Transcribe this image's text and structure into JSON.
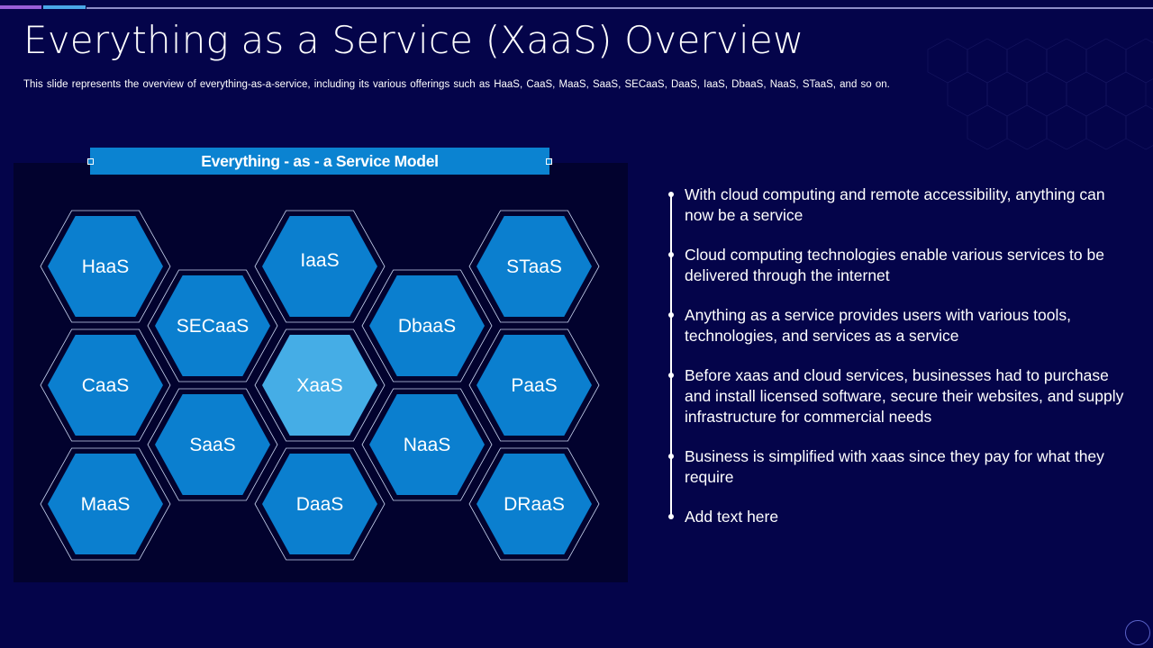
{
  "slide": {
    "title": "Everything as a Service (XaaS) Overview",
    "subtitle": "This slide represents the overview  of everything-as-a-service,  including its various  offerings  such as HaaS, CaaS, MaaS, SaaS, SECaaS, DaaS, IaaS, DbaaS, NaaS, STaaS, and so on."
  },
  "model": {
    "header": "Everything - as - a Service Model",
    "hexagons": [
      {
        "label": "HaaS",
        "col": 0,
        "row": 0,
        "highlight": false
      },
      {
        "label": "CaaS",
        "col": 0,
        "row": 1,
        "highlight": false
      },
      {
        "label": "MaaS",
        "col": 0,
        "row": 2,
        "highlight": false
      },
      {
        "label": "SECaaS",
        "col": 1,
        "row": 0,
        "highlight": false
      },
      {
        "label": "SaaS",
        "col": 1,
        "row": 1,
        "highlight": false
      },
      {
        "label": "IaaS",
        "col": 2,
        "row": 0,
        "highlight": false
      },
      {
        "label": "XaaS",
        "col": 2,
        "row": 1,
        "highlight": true
      },
      {
        "label": "DaaS",
        "col": 2,
        "row": 2,
        "highlight": false
      },
      {
        "label": "DbaaS",
        "col": 3,
        "row": 0,
        "highlight": false
      },
      {
        "label": "NaaS",
        "col": 3,
        "row": 1,
        "highlight": false
      },
      {
        "label": "STaaS",
        "col": 4,
        "row": 0,
        "highlight": false
      },
      {
        "label": "PaaS",
        "col": 4,
        "row": 1,
        "highlight": false
      },
      {
        "label": "DRaaS",
        "col": 4,
        "row": 2,
        "highlight": false
      }
    ],
    "colors": {
      "hex_fill": "#0b7fcf",
      "hex_highlight": "#45ade6",
      "outline": "#c8d4f0"
    }
  },
  "bullets": [
    "With cloud computing and remote accessibility, anything can now be a service",
    "Cloud computing technologies enable various services to be delivered through the internet",
    "Anything as a service provides users with various tools, technologies, and services as a service",
    "Before xaas and cloud services, businesses had to purchase and install licensed software, secure their websites, and supply infrastructure for commercial needs",
    "Business is simplified with xaas since they pay for what they require",
    "Add text here"
  ],
  "theme": {
    "background": "#04044a",
    "accent_purple": "#9a5ed8",
    "accent_blue": "#4aa8e8"
  }
}
